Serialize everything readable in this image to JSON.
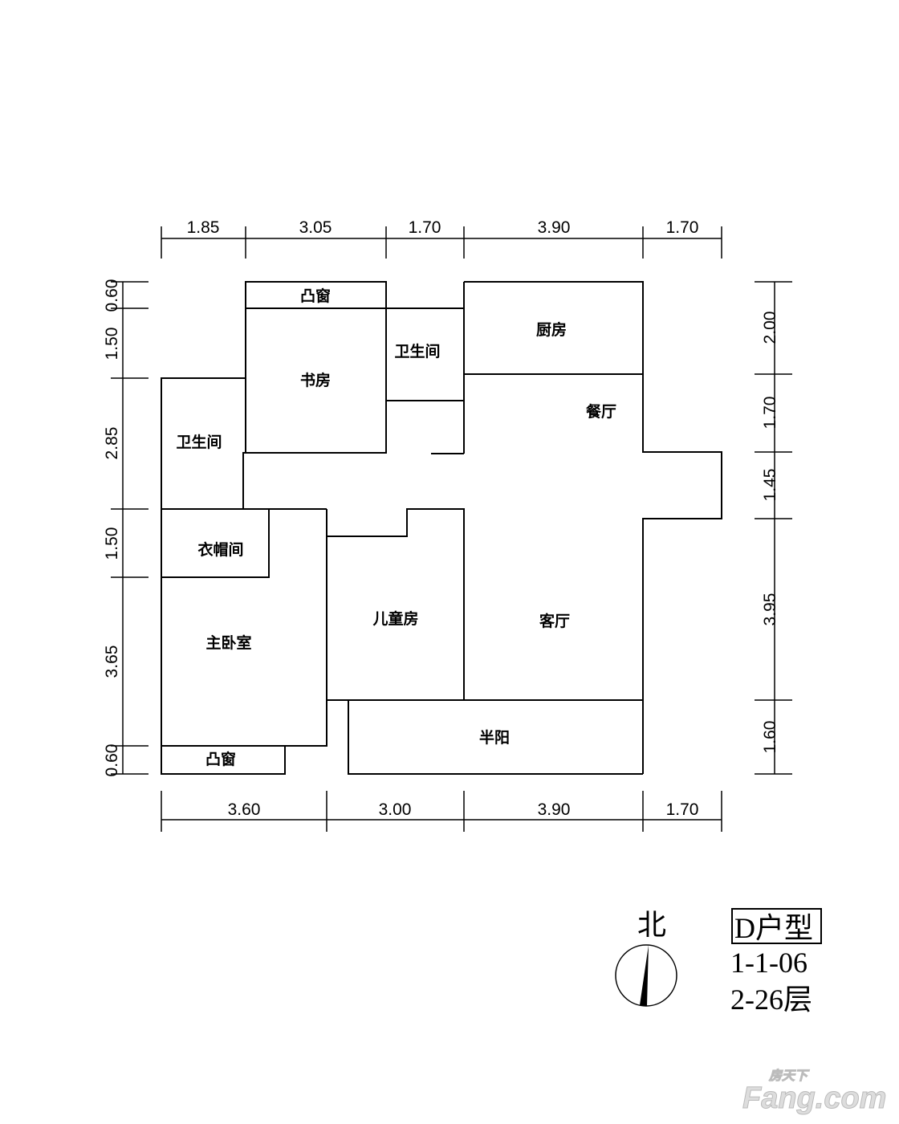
{
  "dimensions": {
    "top": [
      "1.85",
      "3.05",
      "1.70",
      "3.90",
      "1.70"
    ],
    "bottom": [
      "3.60",
      "3.00",
      "3.90",
      "1.70"
    ],
    "left": [
      "0.60",
      "1.50",
      "2.85",
      "1.50",
      "3.65",
      "0.60"
    ],
    "right": [
      "2.00",
      "1.70",
      "1.45",
      "3.95",
      "1.60"
    ]
  },
  "rooms": {
    "bay_window_top": "凸窗",
    "study": "书房",
    "bathroom_upper": "卫生间",
    "kitchen": "厨房",
    "dining": "餐厅",
    "bathroom_lower": "卫生间",
    "cloakroom": "衣帽间",
    "master_bedroom": "主卧室",
    "kids_room": "儿童房",
    "living_room": "客厅",
    "half_balcony": "半阳",
    "bay_window_bottom": "凸窗"
  },
  "compass": {
    "label": "北"
  },
  "legend": {
    "unit_type": "D户型",
    "unit_code": "1-1-06",
    "floors": "2-26层"
  },
  "watermark": {
    "top": "房天下",
    "brand": "Fang.com"
  }
}
